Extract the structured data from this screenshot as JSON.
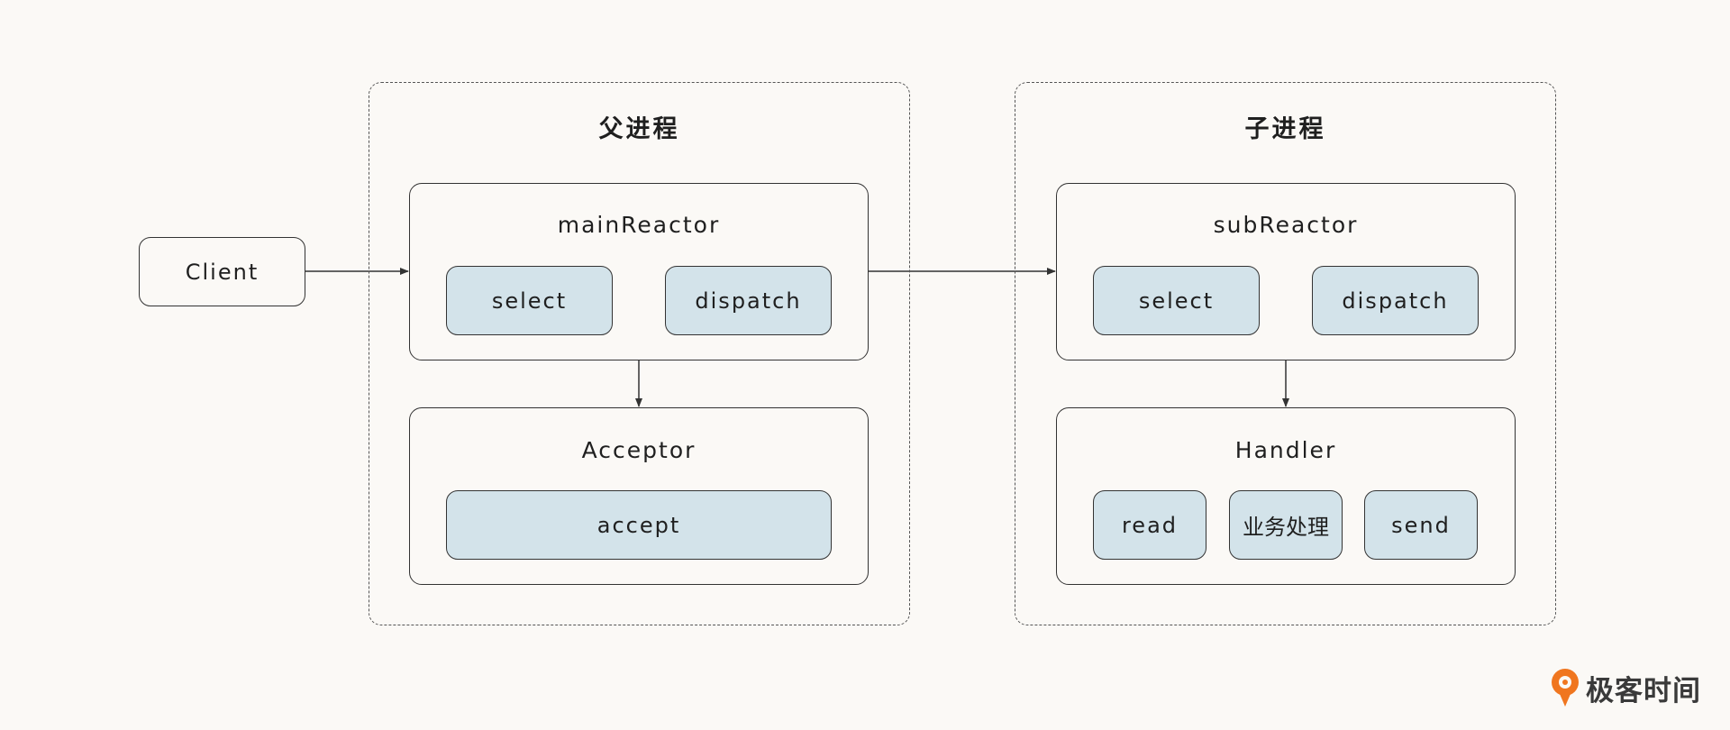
{
  "client": {
    "label": "Client"
  },
  "parent_process": {
    "title": "父进程",
    "main_reactor": {
      "title": "mainReactor",
      "select": "select",
      "dispatch": "dispatch"
    },
    "acceptor": {
      "title": "Acceptor",
      "accept": "accept"
    }
  },
  "child_process": {
    "title": "子进程",
    "sub_reactor": {
      "title": "subReactor",
      "select": "select",
      "dispatch": "dispatch"
    },
    "handler": {
      "title": "Handler",
      "read": "read",
      "business": "业务处理",
      "send": "send"
    }
  },
  "brand": {
    "name": "极客时间",
    "icon": "geektime-logo-icon",
    "color": "#f0761f"
  },
  "colors": {
    "background": "#fbf9f6",
    "chip_fill": "#d3e3ea",
    "stroke": "#333333"
  }
}
